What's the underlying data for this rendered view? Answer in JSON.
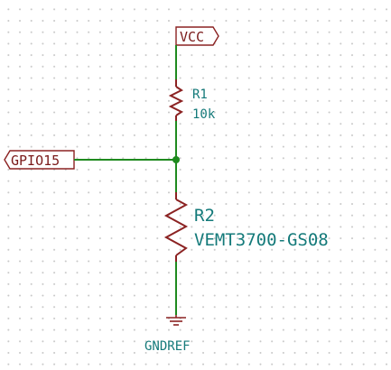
{
  "schematic": {
    "power": {
      "vcc_label": "VCC",
      "gnd_label": "GNDREF"
    },
    "nets": {
      "gpio_label": "GPIO15"
    },
    "components": [
      {
        "ref": "R1",
        "value": "10k"
      },
      {
        "ref": "R2",
        "value": "VEMT3700-GS08"
      }
    ],
    "colors": {
      "wire": "#1f8a1f",
      "component": "#8b2222",
      "reference_text": "#147a7a",
      "background_grid": "#c9c9c9"
    }
  }
}
